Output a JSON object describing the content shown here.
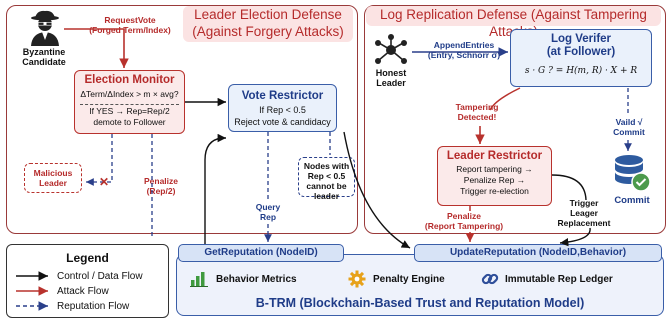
{
  "banners": {
    "leader_election": "Leader Election Defense\n(Against Forgery Attacks)",
    "log_replication": "Log Replication Defense (Against Tampering Attacks)"
  },
  "byzantine": {
    "label": "Byzantine\nCandidate",
    "request_label": "RequestVote\n(Forged Term/Index)"
  },
  "election_monitor": {
    "title": "Election Monitor",
    "condition": "ΔTerm/ΔIndex > m × avg?",
    "action": "If YES → Rep=Rep/2\ndemote to Follower"
  },
  "vote_restrictor": {
    "title": "Vote Restrictor",
    "body": "If Rep < 0.5\nReject vote & candidacy"
  },
  "malicious_leader": "Malicious\nLeader",
  "nodes_note": "Nodes with\nRep < 0.5\ncannot be leader",
  "penalize_half": "Penalize\n(Rep/2)",
  "query_rep": "Query\nRep",
  "honest_leader": {
    "label": "Honest\nLeader",
    "append": "AppendEntries\n(Entry, Schnorr σ)"
  },
  "log_verifier": {
    "title": "Log Verifer\n(at Follower)",
    "equation": "s · G ? = H(m, R) · X + R"
  },
  "tampering_detected": "Tampering\nDetected!",
  "valid_commit": "Vaild √\nCommit",
  "commit": "Commit",
  "leader_restrictor": {
    "title": "Leader Restrictor",
    "body": "Report tampering →\nPenalize Rep →\nTrigger re-election"
  },
  "penalize_report": "Penalize\n(Report Tampering)",
  "trigger": "Trigger\nLeager\nReplacement",
  "legend": {
    "title": "Legend",
    "items": [
      "Control / Data Flow",
      "Attack Flow",
      "Reputation Flow"
    ]
  },
  "btrm": {
    "get_rep": "GetReputation (NodeID)",
    "update_rep": "UpdateReputation (NodeID,Behavior)",
    "features": [
      "Behavior Metrics",
      "Penalty Engine",
      "Immutable Rep Ledger"
    ],
    "title": "B-TRM (Blockchain-Based Trust and Reputation Model)"
  },
  "colors": {
    "attack": "#b8322d",
    "control": "#111111",
    "reputation": "#2a3f8a"
  }
}
